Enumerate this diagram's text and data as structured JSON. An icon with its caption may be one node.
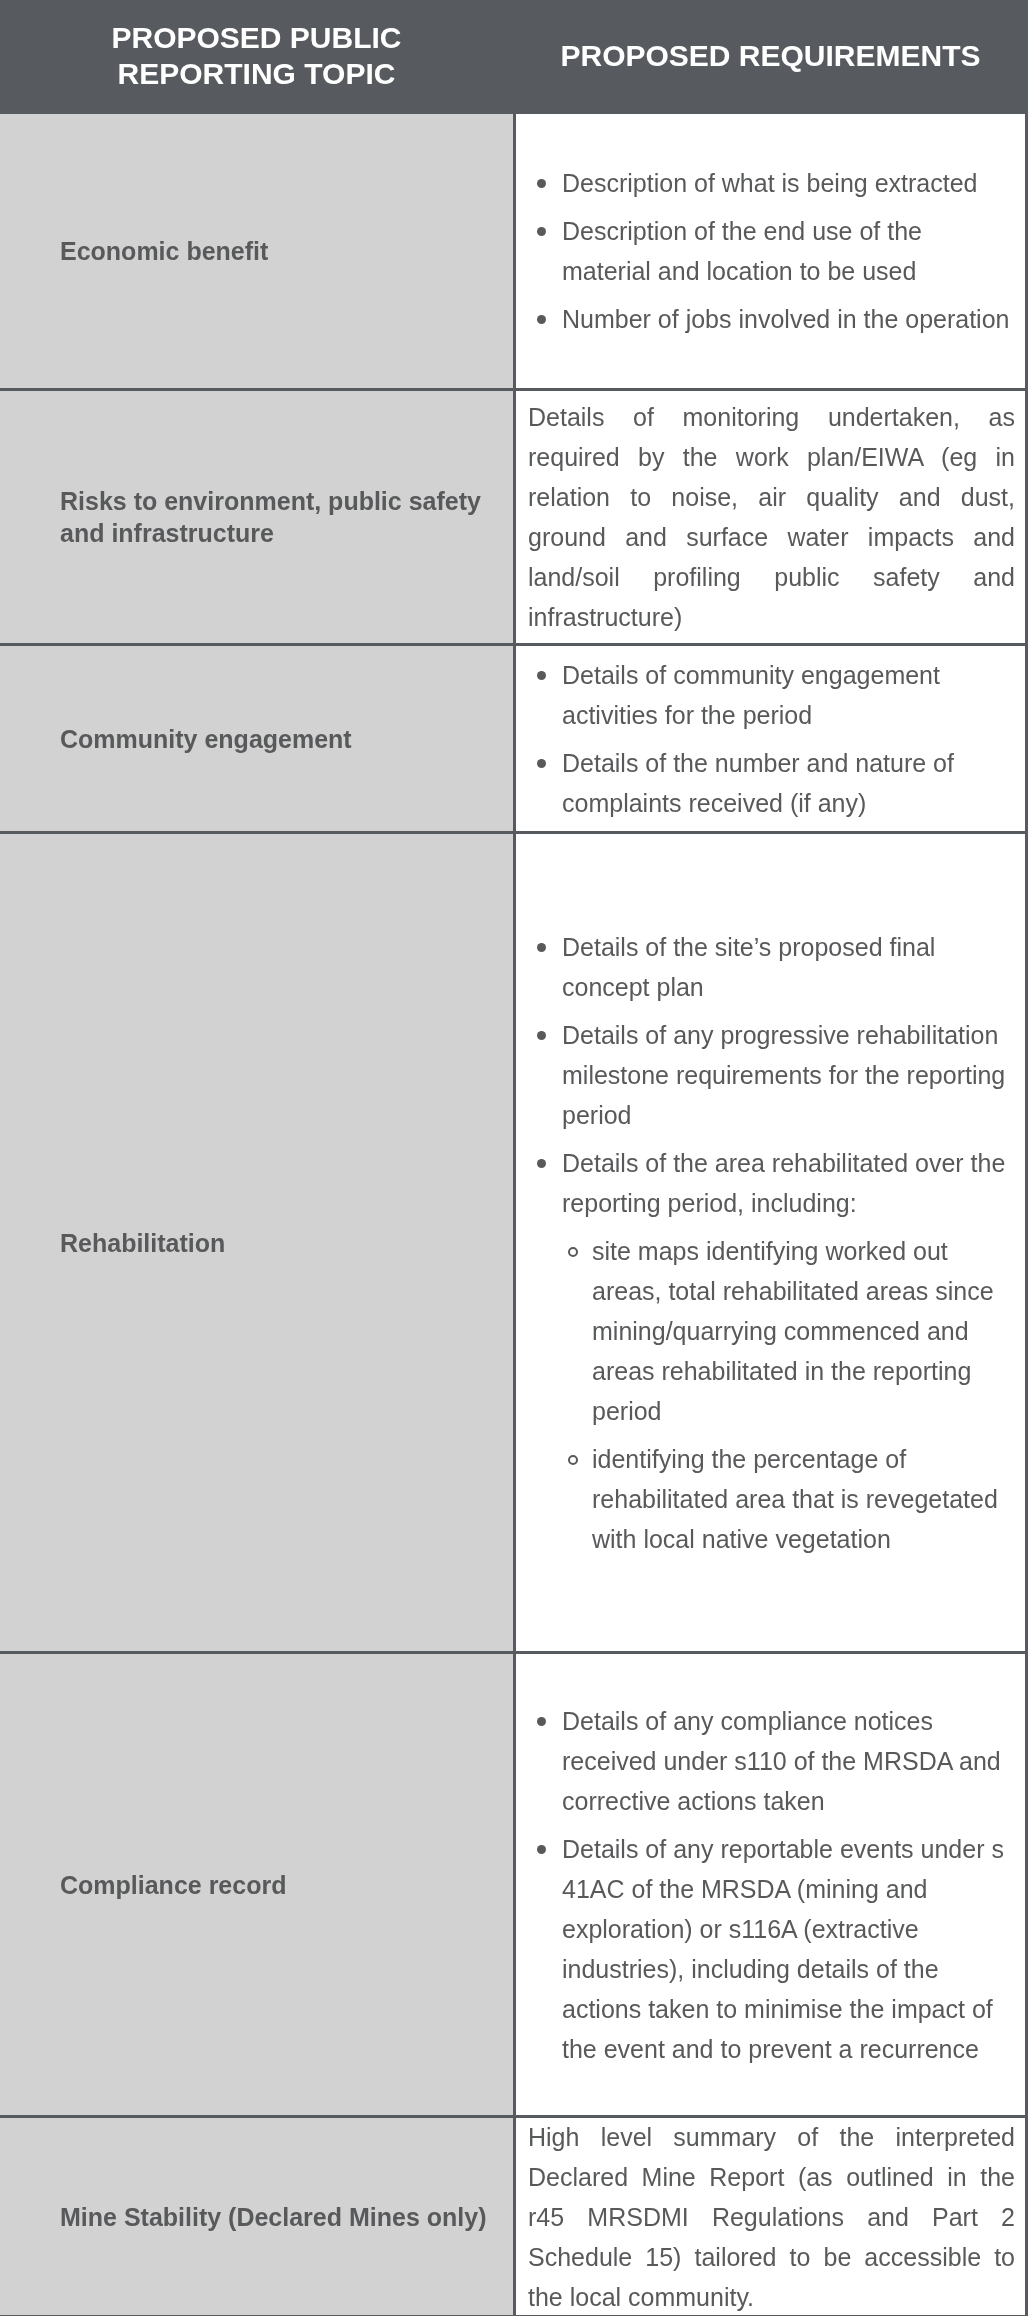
{
  "diagram": {
    "labels": [
      "PROPOSED PUBLIC REPORTING TOPIC",
      "PROPOSED REQUIREMENTS",
      "Economic benefit",
      "Description of what is being extracted",
      "Description of the end use of the material and location to be used",
      "Number of jobs involved in the operation",
      "Risks to environment, public safety and infrastructure",
      "Details of monitoring undertaken, as required by the work plan/EIWA (eg in relation to noise, air quality and dust, ground and surface water impacts and land/soil profiling public safety and infrastructure)",
      "Community engagement",
      "Details of community engagement activities for the period",
      "Details of the number and nature of complaints received (if any)",
      "Rehabilitation",
      "Details of the site’s proposed final concept plan",
      "Details of any progressive rehabilitation milestone requirements for the reporting period",
      "Details of the area rehabilitated over the reporting period, including:",
      "site maps identifying worked out areas, total rehabilitated areas since mining/quarrying commenced and areas rehabilitated in the reporting period",
      "identifying the percentage of rehabilitated area that is revegetated with local native vegetation",
      "Compliance record",
      "Details of any compliance notices received under s110 of the MRSDA and corrective actions taken",
      "Details of any reportable events under s 41AC of the MRSDA (mining and exploration) or s116A (extractive industries), including details of the actions taken to minimise the impact of the event and to prevent a recurrence",
      "Mine Stability (Declared Mines only)",
      "High level summary of the interpreted Declared Mine Report (as outlined in the r45 MRSDMI Regulations and Part 2 Schedule 15) tailored to be accessible to the local community."
    ]
  }
}
